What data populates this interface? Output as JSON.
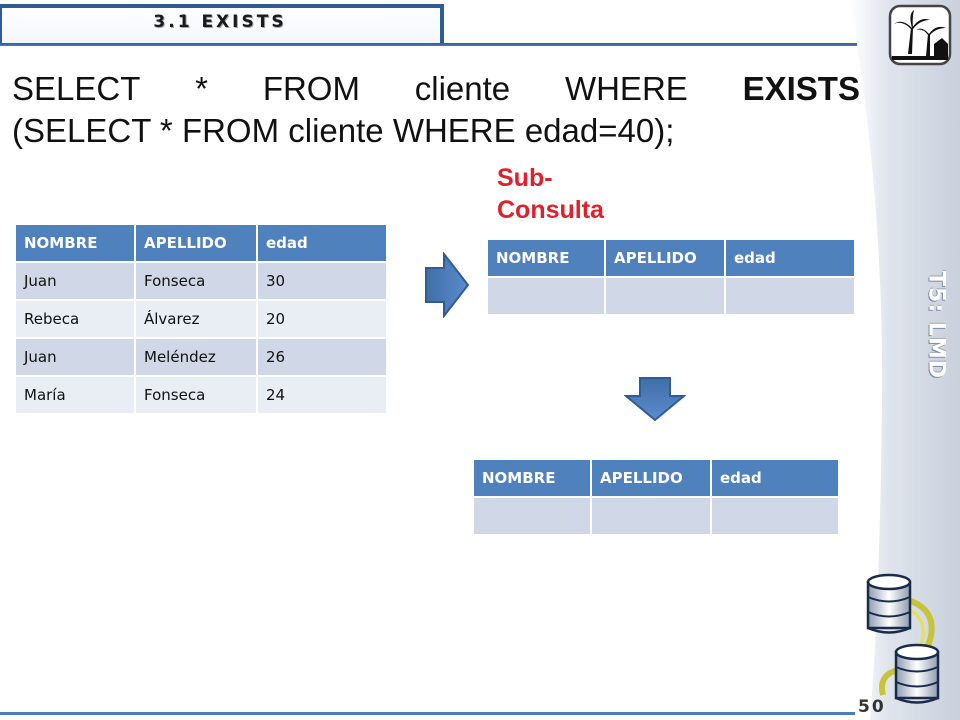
{
  "header": {
    "title": "3.1 EXISTS"
  },
  "sidebar": {
    "label": "T5: LMD",
    "page_number": "50"
  },
  "statement": {
    "line1": [
      "SELECT",
      "*",
      "FROM",
      "cliente",
      "WHERE",
      "EXISTS"
    ],
    "line2": "(SELECT * FROM cliente WHERE edad=40);"
  },
  "subquery_label": [
    "Sub-",
    "Consulta"
  ],
  "table_cliente": {
    "columns": [
      "NOMBRE",
      "APELLIDO",
      "edad"
    ],
    "rows": [
      [
        "Juan",
        "Fonseca",
        "30"
      ],
      [
        "Rebeca",
        "Álvarez",
        "20"
      ],
      [
        "Juan",
        "Meléndez",
        "26"
      ],
      [
        "María",
        "Fonseca",
        "24"
      ]
    ]
  },
  "table_subquery": {
    "columns": [
      "NOMBRE",
      "APELLIDO",
      "edad"
    ],
    "rows": [
      [
        "",
        "",
        ""
      ]
    ]
  },
  "table_result": {
    "columns": [
      "NOMBRE",
      "APELLIDO",
      "edad"
    ],
    "rows": [
      [
        "",
        "",
        ""
      ]
    ]
  },
  "colors": {
    "header_blue": "#4f81bd",
    "row_light": "#d0d8e8",
    "row_lighter": "#e9edf4",
    "label_red": "#e0202a",
    "arrow_blue": "#4f81bd"
  },
  "icons": [
    "palm-trees-logo-icon",
    "database-stack-icon",
    "arrow-right-icon",
    "arrow-down-icon"
  ]
}
